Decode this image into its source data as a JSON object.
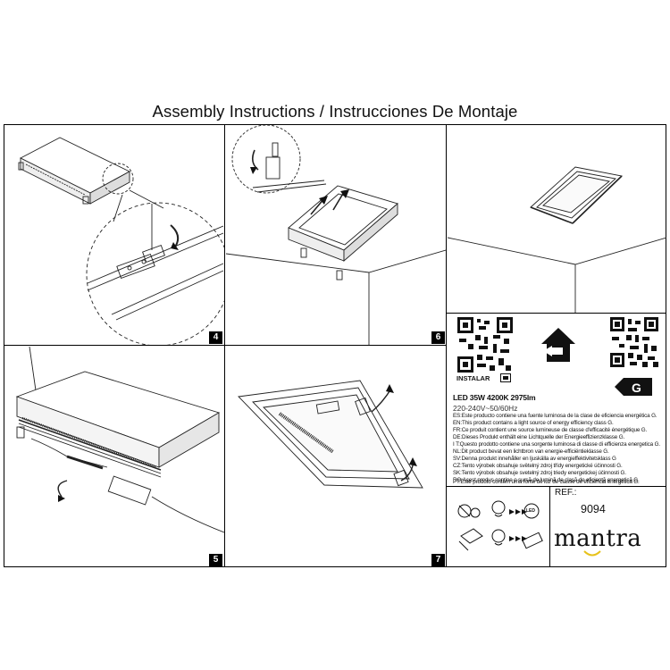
{
  "page_title": "Assembly Instructions / Instrucciones De Montaje",
  "steps": {
    "four": "4",
    "five": "5",
    "six": "6",
    "seven": "7"
  },
  "product": {
    "instalar_label": "INSTALAR",
    "energy_class": "G",
    "spec_title": "LED 35W 4200K 2975lm",
    "voltage": "220-240V~50/60Hz",
    "languages": [
      "ES:Este producto contiene una fuente luminosa de la clase de eficiencia energética G.",
      "EN:This product contains a light source of energy efficiency class G.",
      "FR:Ce produit contient une source lumineuse de classe d'efficacité énergétique G.",
      "DE:Dieses Produkt enthält eine Lichtquelle der Energieeffizienzklasse G.",
      "I T:Questo prodotto contiene una sorgente luminosa di classe di efficienza energetica G.",
      "NL:Dit product bevat een lichtbron van energie-efficiëntieklasse G.",
      "SV:Denna produkt innehåller en ljuskälla av energieffektivitetsklass G",
      "CZ:Tento výrobek obsahuje světelný zdroj třídy energetické účinnosti G.",
      "SK:Tento výrobok obsahuje svetelný zdroj triedy energetickej účinnosti G.",
      "RO:Acest produs conține o sursă de lumină de clasă de eficiență energetică G.",
      "PT:Este produto contém uma fonte de luz de classe de eficiência energética G."
    ],
    "led_icon_text": "LED",
    "ref_label": "REF.:",
    "ref_value": "9094",
    "brand": "mantra"
  },
  "colors": {
    "ink": "#111111",
    "rule": "#000000",
    "energy_badge": "#000000"
  },
  "icons": [
    "qr-code-icon",
    "house-arrow-icon",
    "energy-label-arrow-icon",
    "lamp-replace-icon",
    "led-icon",
    "driver-icon"
  ]
}
